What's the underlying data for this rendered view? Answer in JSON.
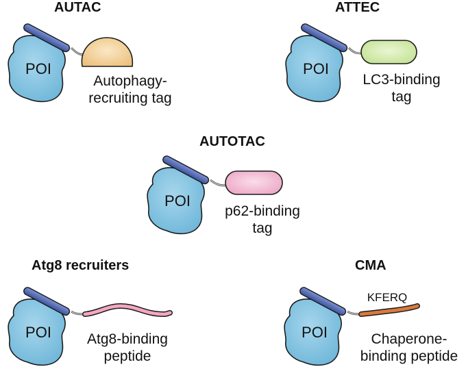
{
  "poi_label": "POI",
  "colors": {
    "poi_fill": "#7cc0df",
    "linker": "#4f67b0",
    "autac_tag": "#f1cf94",
    "attec_tag": "#cfe9a2",
    "autotac_tag": "#f3b0cd",
    "atg8_peptide": "#f3a7c3",
    "cma_peptide": "#d97a3e"
  },
  "panels": {
    "autac": {
      "title": "AUTAC",
      "label_line1": "Autophagy-",
      "label_line2": "recruiting tag"
    },
    "attec": {
      "title": "ATTEC",
      "label_line1": "LC3-binding",
      "label_line2": "tag"
    },
    "autotac": {
      "title": "AUTOTAC",
      "label_line1": "p62-binding",
      "label_line2": "tag"
    },
    "atg8": {
      "title": "Atg8 recruiters",
      "label_line1": "Atg8-binding",
      "label_line2": "peptide"
    },
    "cma": {
      "title": "CMA",
      "motif": "KFERQ",
      "label_line1": "Chaperone-",
      "label_line2": "binding peptide"
    }
  }
}
